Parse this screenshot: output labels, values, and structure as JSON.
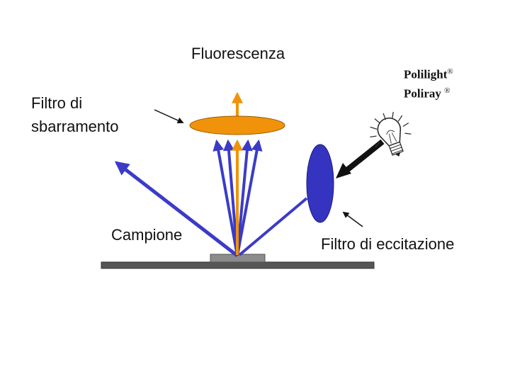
{
  "labels": {
    "fluorescence": "Fluorescenza",
    "barrier_filter_line1": "Filtro di",
    "barrier_filter_line2": "sbarramento",
    "sample": "Campione",
    "excitation_filter": "Filtro di eccitazione"
  },
  "brands": {
    "polilight": "Polilight",
    "poliray": "Poliray",
    "registered_mark": "®"
  },
  "colors": {
    "excitation_light": "#3b3bc8",
    "fluorescence_light": "#f0930a",
    "barrier_filter": "#f0930a",
    "excitation_filter": "#3434c0",
    "bench": "#555555",
    "sample": "#8c8c8c"
  },
  "icons": {
    "light_source": "light-bulb-icon"
  }
}
